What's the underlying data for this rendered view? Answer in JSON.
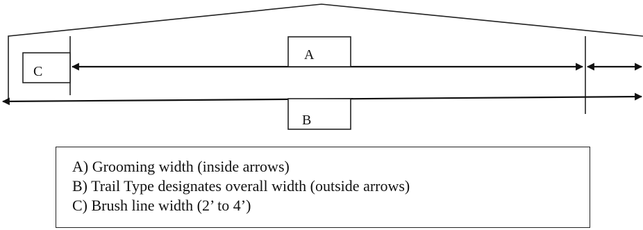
{
  "diagram": {
    "labels": {
      "a": "A",
      "b": "B",
      "c": "C"
    },
    "legend": [
      "A) Grooming width (inside arrows)",
      "B) Trail Type designates overall width (outside arrows)",
      "C) Brush line width (2’ to 4’)"
    ]
  }
}
